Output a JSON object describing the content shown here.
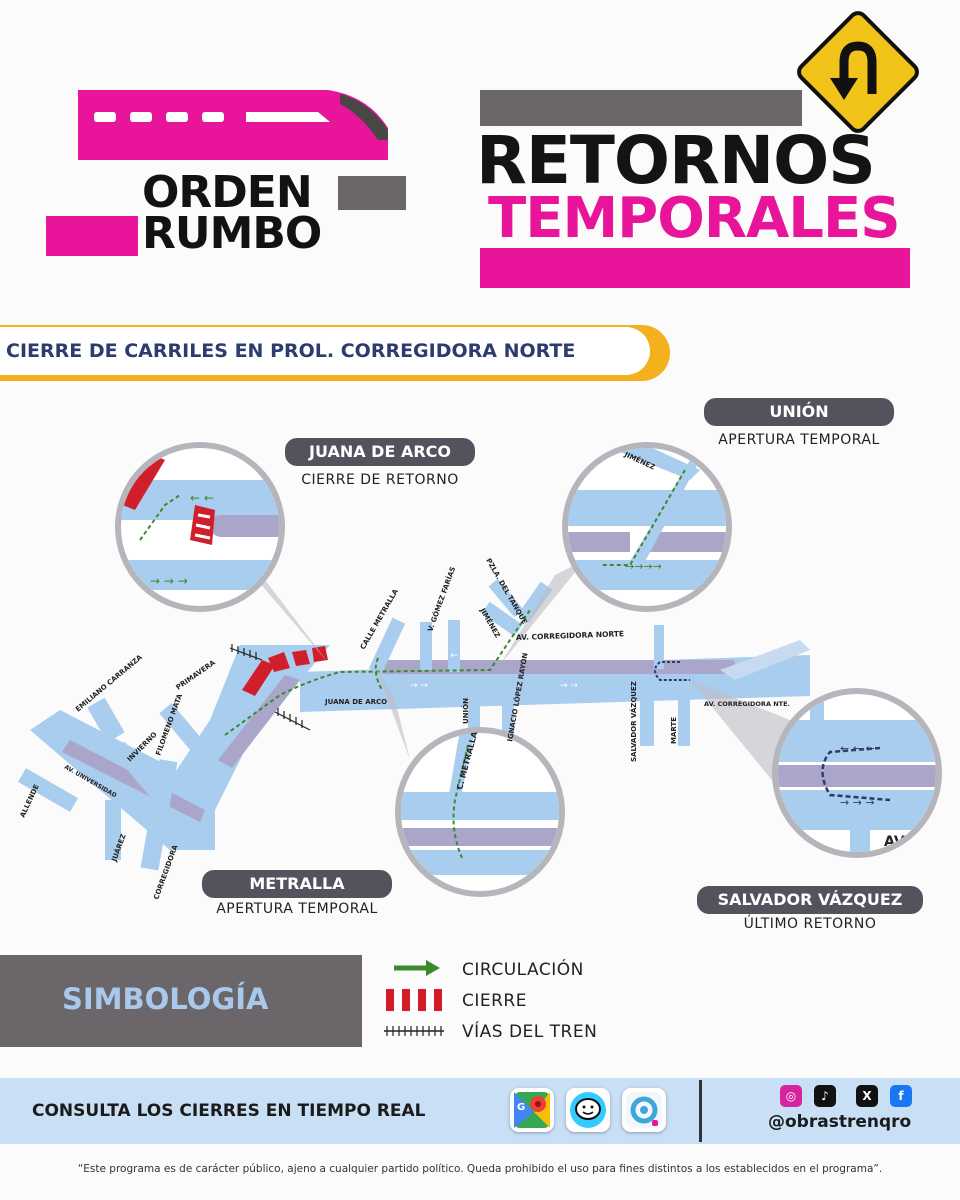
{
  "header": {
    "logo_line1": "ORDEN",
    "logo_line2": "RUMBO",
    "title_line1": "RETORNOS",
    "title_line2": "TEMPORALES",
    "sign_icon": "u-turn-sign-icon"
  },
  "section": {
    "banner": "CIERRE DE CARRILES EN PROL. CORREGIDORA NORTE"
  },
  "callouts": {
    "juana": {
      "name": "JUANA DE ARCO",
      "status": "CIERRE DE RETORNO"
    },
    "union": {
      "name": "UNIÓN",
      "status": "APERTURA TEMPORAL"
    },
    "metralla": {
      "name": "METRALLA",
      "status": "APERTURA TEMPORAL"
    },
    "salvador": {
      "name": "SALVADOR VÁZQUEZ",
      "status": "ÚLTIMO RETORNO"
    }
  },
  "map": {
    "streets": {
      "av_corregidora_norte": "AV. CORREGIDORA NORTE",
      "av_corregidora_nte": "AV. CORREGIDORA NTE.",
      "calle_metralla": "CALLE METRALLA",
      "v_gomez_farias": "V. GÓMEZ FARÍAS",
      "pzla_tanque": "PZLA. DEL TANQUE",
      "jimenez": "JIMÉNEZ",
      "union": "UNIÓN",
      "ignacio_lopez_rayon": "IGNACIO LÓPEZ RAYÓN",
      "salvador_vazquez": "SALVADOR VÁZQUEZ",
      "marte": "MARTE",
      "juana_de_arco": "JUANA DE ARCO",
      "primavera": "PRIMAVERA",
      "emiliano_carranza": "EMILIANO CARRANZA",
      "invierno": "INVIERNO",
      "filomeno_mata": "FILOMENO MATA",
      "allende": "ALLENDE",
      "av_universidad": "AV. UNIVERSIDAD",
      "juarez": "JUÁREZ",
      "corregidora": "CORREGIDORA"
    },
    "zoom_labels": {
      "union_jimenez": "JIMÉNEZ",
      "metralla": "C. METRALLA",
      "salvador_av": "AV."
    },
    "colors": {
      "road": "#a9cdee",
      "median": "#a9a6c9",
      "circulation": "#3c8a2e",
      "closure": "#d01f2b",
      "marker": "#2d3b6e"
    }
  },
  "legend": {
    "title": "SIMBOLOGÍA",
    "items": [
      {
        "label": "CIRCULACIÓN",
        "icon": "green-arrow-icon"
      },
      {
        "label": "CIERRE",
        "icon": "red-stripes-icon"
      },
      {
        "label": "VÍAS DEL TREN",
        "icon": "rail-track-icon"
      }
    ]
  },
  "footer": {
    "cta": "CONSULTA LOS CIERRES EN TIEMPO REAL",
    "apps": [
      "google-maps-icon",
      "waze-icon",
      "moovit-icon"
    ],
    "social": [
      {
        "name": "instagram-icon",
        "glyph": "◎",
        "color": "#d6249f"
      },
      {
        "name": "tiktok-icon",
        "glyph": "♪",
        "color": "#111111"
      },
      {
        "name": "x-icon",
        "glyph": "X",
        "color": "#111111"
      },
      {
        "name": "facebook-icon",
        "glyph": "f",
        "color": "#1877f2"
      }
    ],
    "handle": "@obrastrenqro"
  },
  "disclaimer": "“Este programa es de carácter público, ajeno a cualquier partido político. Queda prohibido el uso para fines distintos  a los establecidos en el programa”."
}
